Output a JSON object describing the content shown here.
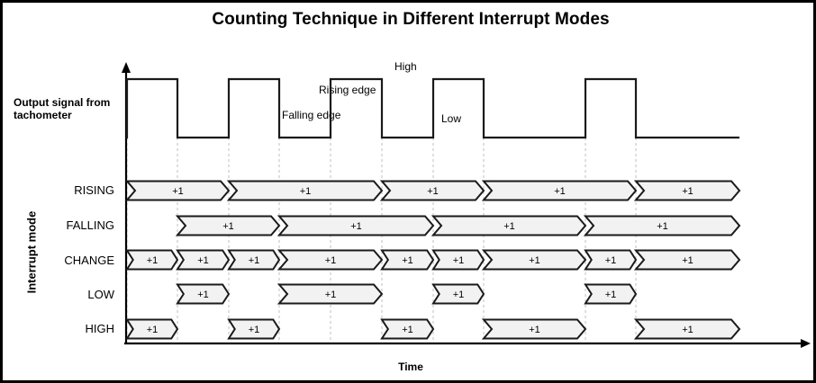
{
  "title": "Counting Technique in Different Interrupt Modes",
  "signal_label": "Output signal from tachometer",
  "axis": {
    "time_label": "Time",
    "mode_axis_label": "Interrupt mode"
  },
  "annotations": {
    "high": "High",
    "low": "Low",
    "rising_edge": "Rising edge",
    "falling_edge": "Falling edge"
  },
  "counter_token": "+1",
  "colors": {
    "stroke": "#1a1a1a",
    "arrow_fill": "#f2f2f2",
    "gridline": "#bfbfbf",
    "background": "#ffffff",
    "text": "#000000"
  },
  "modes": [
    {
      "name": "RISING",
      "label": "RISING"
    },
    {
      "name": "FALLING",
      "label": "FALLING"
    },
    {
      "name": "CHANGE",
      "label": "CHANGE"
    },
    {
      "name": "LOW",
      "label": "LOW"
    },
    {
      "name": "HIGH",
      "label": "HIGH"
    }
  ],
  "chart_data": {
    "type": "line",
    "title": "Counting Technique in Different Interrupt Modes",
    "xlabel": "Time",
    "ylabel": "Interrupt mode",
    "grid": true,
    "legend": false,
    "signal": {
      "name": "Output signal from tachometer",
      "levels": [
        "low",
        "high",
        "low",
        "high",
        "low",
        "high",
        "low",
        "high",
        "low",
        "high"
      ],
      "edge_times": [
        138,
        194,
        251,
        307,
        364,
        421,
        478,
        534,
        647,
        703,
        818
      ],
      "transitions": [
        {
          "x": 138,
          "type": "rising"
        },
        {
          "x": 194,
          "type": "falling"
        },
        {
          "x": 251,
          "type": "rising"
        },
        {
          "x": 307,
          "type": "falling"
        },
        {
          "x": 364,
          "type": "rising"
        },
        {
          "x": 421,
          "type": "falling"
        },
        {
          "x": 478,
          "type": "rising"
        },
        {
          "x": 534,
          "type": "falling"
        },
        {
          "x": 647,
          "type": "rising"
        },
        {
          "x": 703,
          "type": "falling"
        }
      ],
      "gridlines": [
        138,
        194,
        251,
        307,
        364,
        421,
        478,
        534,
        647,
        703
      ]
    },
    "series": [
      {
        "name": "RISING",
        "count": 5,
        "segments": [
          {
            "x0": 138,
            "x1": 251,
            "label": "+1"
          },
          {
            "x0": 251,
            "x1": 421,
            "label": "+1"
          },
          {
            "x0": 421,
            "x1": 534,
            "label": "+1"
          },
          {
            "x0": 534,
            "x1": 703,
            "label": "+1"
          },
          {
            "x0": 703,
            "x1": 818,
            "label": "+1"
          }
        ]
      },
      {
        "name": "FALLING",
        "count": 4,
        "segments": [
          {
            "x0": 194,
            "x1": 307,
            "label": "+1"
          },
          {
            "x0": 307,
            "x1": 478,
            "label": "+1"
          },
          {
            "x0": 478,
            "x1": 647,
            "label": "+1"
          },
          {
            "x0": 647,
            "x1": 818,
            "label": "+1"
          }
        ]
      },
      {
        "name": "CHANGE",
        "count": 9,
        "segments": [
          {
            "x0": 138,
            "x1": 194,
            "label": "+1"
          },
          {
            "x0": 194,
            "x1": 251,
            "label": "+1"
          },
          {
            "x0": 251,
            "x1": 307,
            "label": "+1"
          },
          {
            "x0": 307,
            "x1": 421,
            "label": "+1"
          },
          {
            "x0": 421,
            "x1": 478,
            "label": "+1"
          },
          {
            "x0": 478,
            "x1": 534,
            "label": "+1"
          },
          {
            "x0": 534,
            "x1": 647,
            "label": "+1"
          },
          {
            "x0": 647,
            "x1": 703,
            "label": "+1"
          },
          {
            "x0": 703,
            "x1": 818,
            "label": "+1"
          }
        ]
      },
      {
        "name": "LOW",
        "count": 4,
        "segments": [
          {
            "x0": 194,
            "x1": 251,
            "label": "+1"
          },
          {
            "x0": 307,
            "x1": 421,
            "label": "+1"
          },
          {
            "x0": 478,
            "x1": 534,
            "label": "+1"
          },
          {
            "x0": 647,
            "x1": 703,
            "label": "+1"
          }
        ]
      },
      {
        "name": "HIGH",
        "count": 5,
        "segments": [
          {
            "x0": 138,
            "x1": 194,
            "label": "+1"
          },
          {
            "x0": 251,
            "x1": 307,
            "label": "+1"
          },
          {
            "x0": 421,
            "x1": 478,
            "label": "+1"
          },
          {
            "x0": 534,
            "x1": 647,
            "label": "+1"
          },
          {
            "x0": 703,
            "x1": 818,
            "label": "+1"
          }
        ]
      }
    ]
  }
}
